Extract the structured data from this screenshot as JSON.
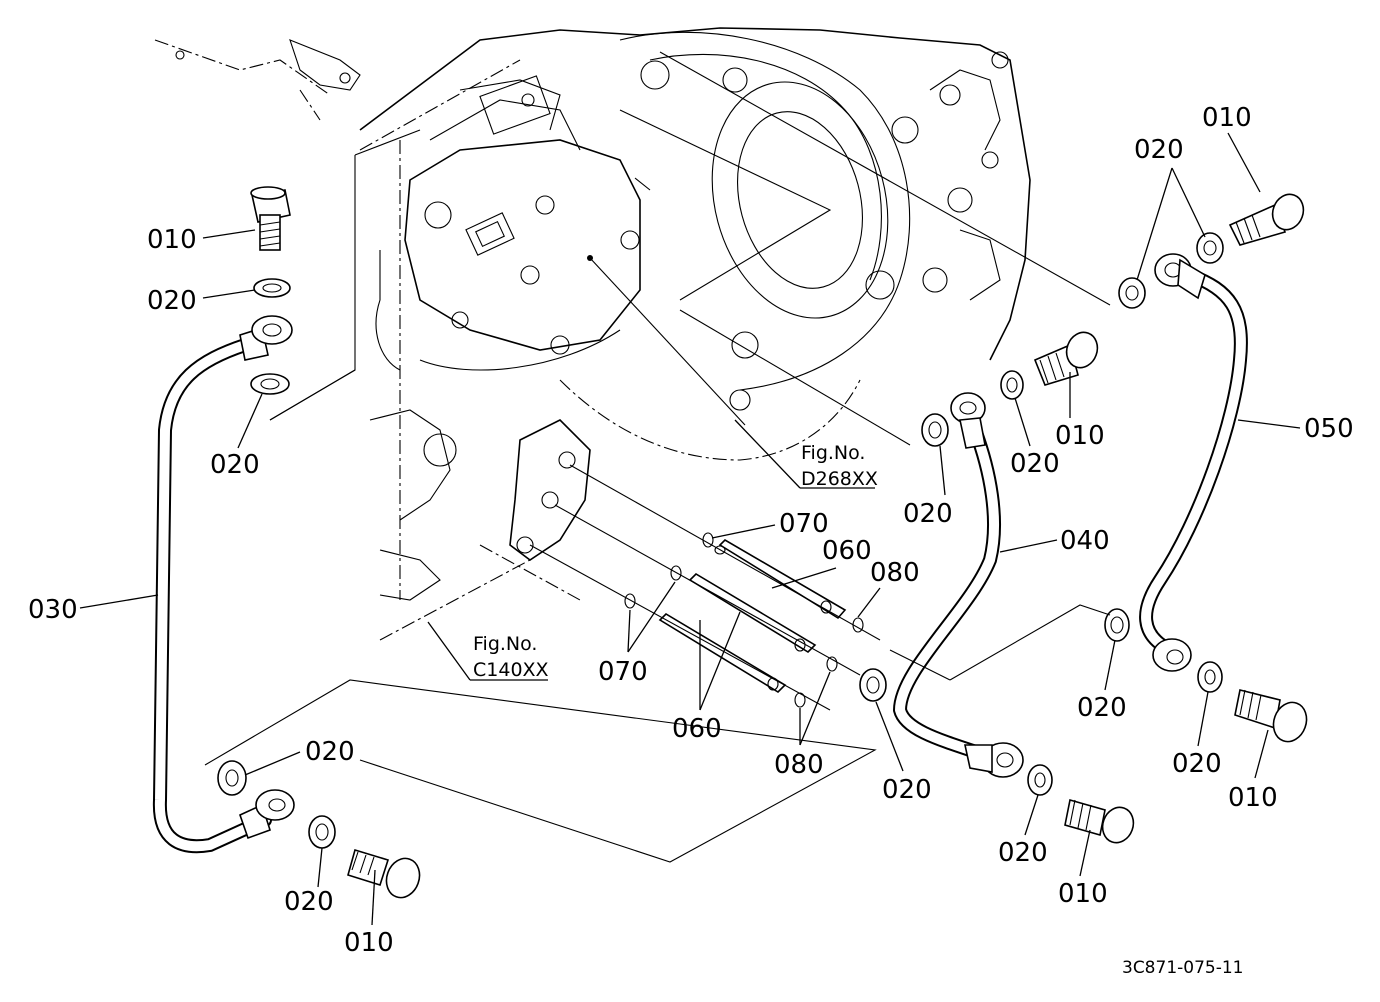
{
  "figure": {
    "drawing_number": "3C871-075-11"
  },
  "parts": {
    "p010_a": "010",
    "p010_b": "010",
    "p010_c": "010",
    "p010_d": "010",
    "p010_e": "010",
    "p010_f": "010",
    "p020_a": "020",
    "p020_b": "020",
    "p020_c": "020",
    "p020_d": "020",
    "p020_e": "020",
    "p020_f": "020",
    "p020_g": "020",
    "p020_h": "020",
    "p020_i": "020",
    "p020_j": "020",
    "p020_k": "020",
    "p030": "030",
    "p040": "040",
    "p050": "050",
    "p060_a": "060",
    "p060_b": "060",
    "p070_a": "070",
    "p070_b": "070",
    "p080_a": "080",
    "p080_b": "080"
  },
  "references": {
    "ref1_prefix": "Fig.No.",
    "ref1_code": "D268XX",
    "ref2_prefix": "Fig.No.",
    "ref2_code": "C140XX"
  }
}
